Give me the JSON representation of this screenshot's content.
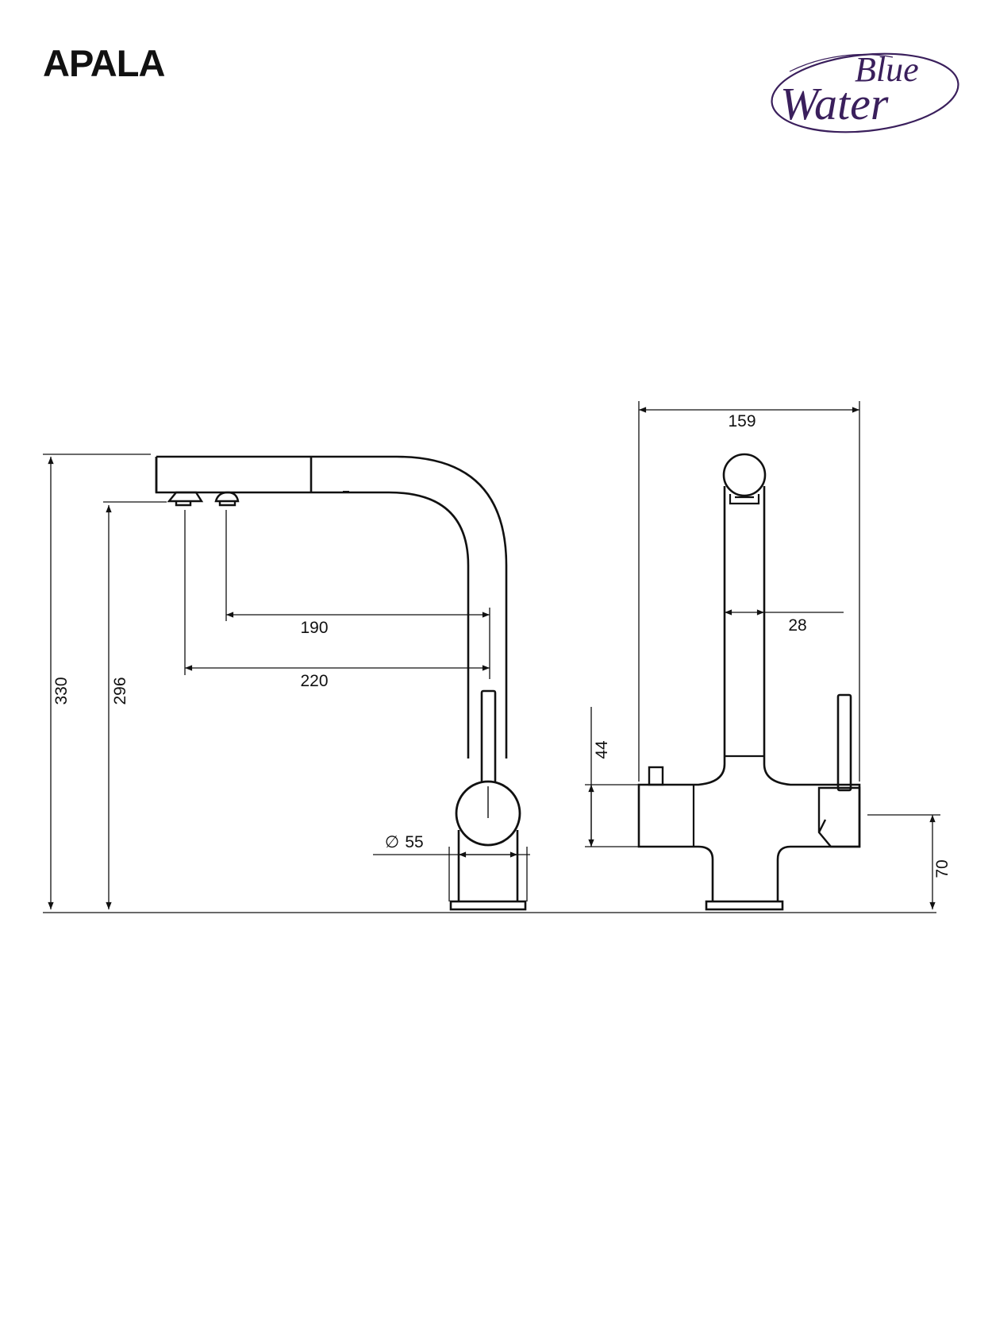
{
  "title": "APALA",
  "logo": {
    "line1": "Blue",
    "line2": "Water",
    "color": "#3a1f5c"
  },
  "dimensions": {
    "total_height": "330",
    "spout_height": "296",
    "reach_sprayer": "190",
    "reach_spout": "220",
    "base_diameter_symbol": "∅",
    "base_diameter": "55",
    "width": "159",
    "spout_width": "28",
    "body_height": "44",
    "handle_height": "70"
  }
}
